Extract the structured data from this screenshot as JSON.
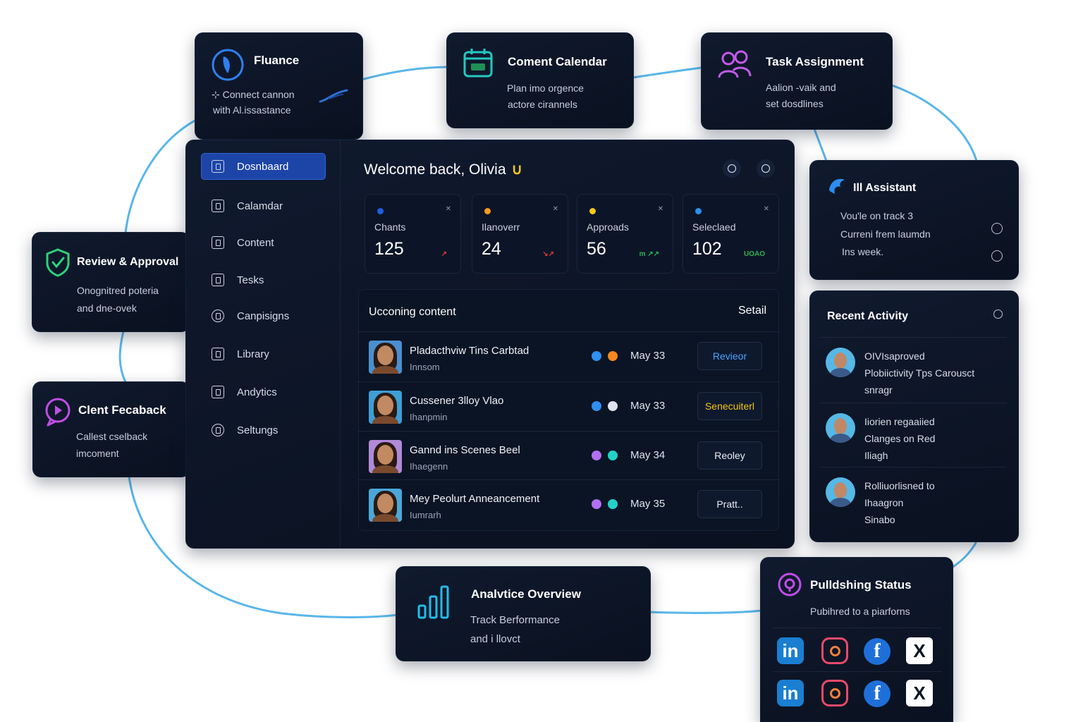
{
  "cards": {
    "fluance": {
      "title": "Fluance",
      "line1": "⊹ Connect cannon",
      "line2": "with Al.issastance"
    },
    "calendar": {
      "title": "Coment Calendar",
      "line1": "Plan imo orgence",
      "line2": "actore cirannels"
    },
    "task": {
      "title": "Task Assignment",
      "line1": "Aalion -vaik and",
      "line2": "set dosdlines"
    },
    "assistant": {
      "title": "Ill Assistant",
      "line1": "Vou'le on track  3",
      "line2": "Curreni frem laumdn",
      "line3": "Ins week."
    },
    "review": {
      "title": "Review & Approval",
      "line1": "Onognitred poteria",
      "line2": "and dne-ovek"
    },
    "feedback": {
      "title": "Clent Fecaback",
      "line1": "Callest cselback",
      "line2": "imcoment"
    },
    "analytics": {
      "title": "Analvtice Overview",
      "line1": "Track Berformance",
      "line2": "and i llovct"
    },
    "publishing": {
      "title": "Pulldshing Status",
      "subtitle": "Pubihred to a piarforns"
    }
  },
  "sidebar": {
    "items": [
      {
        "label": "Dosnbaard"
      },
      {
        "label": "Calamdar"
      },
      {
        "label": "Content"
      },
      {
        "label": "Tesks"
      },
      {
        "label": "Canpisigns"
      },
      {
        "label": "Library"
      },
      {
        "label": "Andytics"
      },
      {
        "label": "Seltungs"
      }
    ]
  },
  "header": {
    "welcome": "Welcome back, Olivia",
    "wave": "∪"
  },
  "stats": [
    {
      "label": "Chants",
      "value": "125",
      "trend": "↗",
      "dot_color": "#1f5fe0",
      "trend_color": "#e0382e"
    },
    {
      "label": "Ilanoverr",
      "value": "24",
      "trend": "↘↗",
      "dot_color": "#f59b1f",
      "trend_color": "#e0382e"
    },
    {
      "label": "Approads",
      "value": "56",
      "trend": "m ↗↗",
      "dot_color": "#f2c81b",
      "trend_color": "#2bb54e"
    },
    {
      "label": "Seleclaed",
      "value": "102",
      "trend": "UOAO",
      "dot_color": "#2b8ff0",
      "trend_color": "#2bb54e"
    }
  ],
  "upcoming": {
    "title": "Ucconing content",
    "link": "Setail",
    "rows": [
      {
        "title": "Pladacthviw Tins Carbtad",
        "sub": "Innsom",
        "date": "May 33",
        "dots": [
          "#2f8ff2",
          "#f5881f"
        ],
        "status": "Revieor",
        "status_color": "#4aa3ff",
        "bg": "#4a8fd0"
      },
      {
        "title": "Cussener 3lloy Vlao",
        "sub": "Ihanpmin",
        "date": "May 33",
        "dots": [
          "#2f8ff2",
          "#dde2ec"
        ],
        "status": "Senecuiterl",
        "status_color": "#f5c518",
        "bg": "#3e9ed6"
      },
      {
        "title": "Gannd ins Scenes Beel",
        "sub": "Ihaegenn",
        "date": "May 34",
        "dots": [
          "#b070f0",
          "#23d2c6"
        ],
        "status": "Reoley",
        "status_color": "#e8ecf5",
        "bg": "#b08ad8"
      },
      {
        "title": "Mey Peolurt Anneancement",
        "sub": "Iumrarh",
        "date": "May 35",
        "dots": [
          "#b070f0",
          "#23d2c6"
        ],
        "status": "Pratt..",
        "status_color": "#e8ecf5",
        "bg": "#4aa8d8"
      }
    ]
  },
  "activity": {
    "title": "Recent Activity",
    "items": [
      {
        "line1": "OIVIsaproved",
        "line2": "Plobiictivity  Tps Carousct",
        "line3": "snragr"
      },
      {
        "line1": "Iiorien regaaiied",
        "line2": "Clanges on Red",
        "line3": "Iliagh"
      },
      {
        "line1": "Rolliuorlisned to",
        "line2": "Ihaagron",
        "line3": "Sinabo"
      }
    ]
  },
  "social": {
    "linkedin_glyph": "in",
    "facebook_glyph": "f",
    "x_glyph": "X"
  },
  "colors": {
    "accent_blue": "#1d45a8",
    "connector": "#59b6ea",
    "card_bg": "#0d1628"
  }
}
